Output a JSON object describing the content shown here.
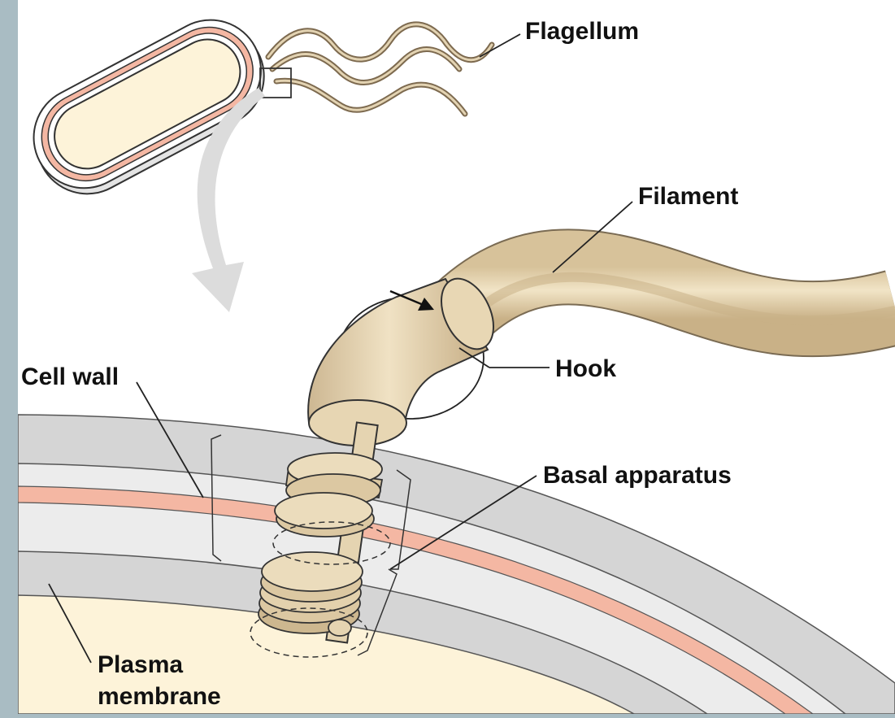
{
  "labels": {
    "flagellum": "Flagellum",
    "filament": "Filament",
    "hook": "Hook",
    "cell_wall": "Cell wall",
    "basal_apparatus": "Basal apparatus",
    "plasma_membrane_line1": "Plasma",
    "plasma_membrane_line2": "membrane"
  },
  "colors": {
    "frame": "#a9bcc3",
    "background": "#ffffff",
    "cytoplasm": "#fdf3d9",
    "wall_gray": "#d5d5d5",
    "wall_light": "#ececec",
    "wall_pink": "#f4b7a3",
    "structure_tan": "#e2cfa9",
    "outline": "#222222",
    "arrow_gray": "#dcdcdc"
  }
}
